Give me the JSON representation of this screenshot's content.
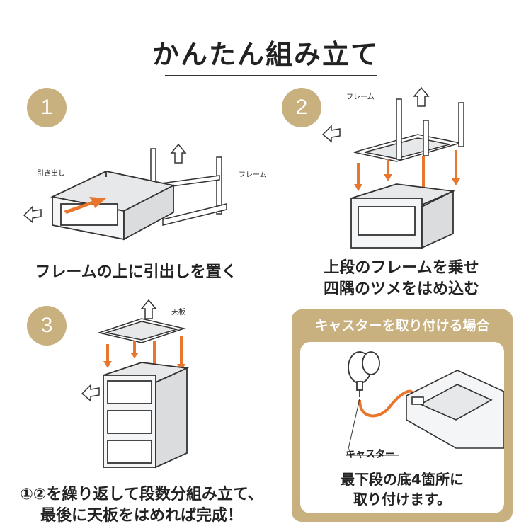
{
  "title": "かんたん組み立て",
  "steps": [
    {
      "number": "1",
      "caption": "フレームの上に引出しを置く",
      "labels": {
        "drawer": "引き出し",
        "frame": "フレーム",
        "up": "上",
        "front": "前"
      }
    },
    {
      "number": "2",
      "caption": "上段のフレームを乗せ\n四隅のツメをはめ込む",
      "labels": {
        "frame": "フレーム",
        "up": "上",
        "front": "前"
      }
    },
    {
      "number": "3",
      "caption": "①②を繰り返して段数分組み立て、\n最後に天板をはめれば完成！",
      "labels": {
        "top_board": "天板",
        "up": "上",
        "front": "前"
      }
    }
  ],
  "caster": {
    "heading": "キャスターを取り付ける場合",
    "label": "キャスター",
    "caption": "最下段の底4箇所に\n取り付けます。"
  },
  "colors": {
    "accent": "#c9b07f",
    "arrow": "#e8762c",
    "drawer_fill": "#e6e8ea"
  }
}
